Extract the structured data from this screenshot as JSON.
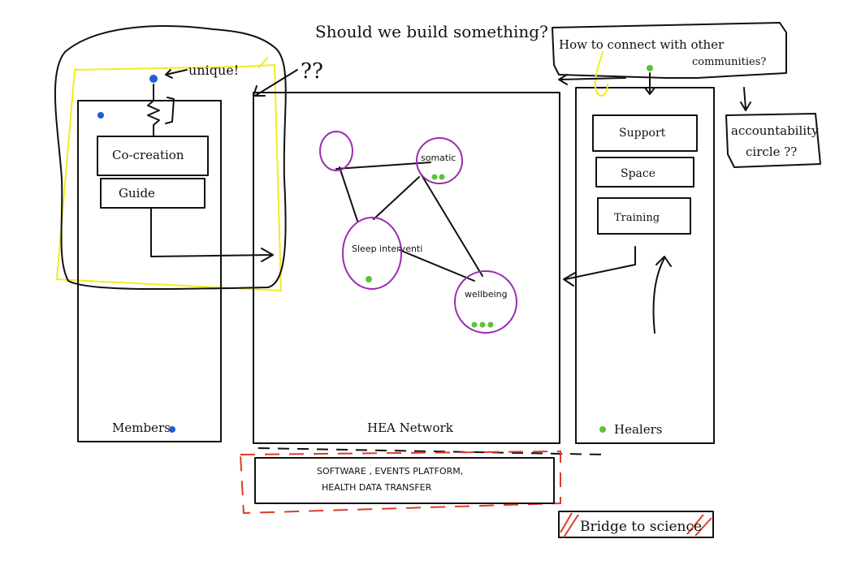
{
  "title": "Should we build something?",
  "question_connect_line1": "How to connect with other",
  "question_connect_line2": "communities?",
  "accountability_line1": "accountability",
  "accountability_line2": "circle ??",
  "question_marks": "??",
  "unique_note": "unique!",
  "members": {
    "label": "Members",
    "items": [
      "Co-creation",
      "Guide"
    ],
    "color": "#1e5fd6"
  },
  "network": {
    "label": "HEA Network",
    "nodes": [
      "somatic",
      "Sleep interventi",
      "wellbeing"
    ],
    "node_stroke": "#9a2bb0",
    "dot_color": "#5cc23a"
  },
  "healers": {
    "label": "Healers",
    "items": [
      "Support",
      "Space",
      "Training"
    ],
    "color": "#5cc23a"
  },
  "bottom_box_line1": "SOFTWARE , EVENTS PLATFORM,",
  "bottom_box_line2": "HEALTH DATA TRANSFER",
  "bridge": "Bridge to science",
  "highlight_yellow": "#f2ec1c",
  "highlight_red": "#e03a2a"
}
